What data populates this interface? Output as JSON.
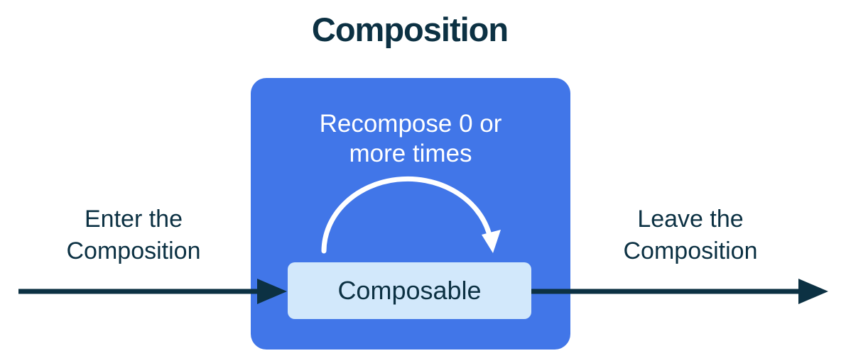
{
  "title": "Composition",
  "composition_box": {
    "recompose_label": "Recompose 0 or\nmore times",
    "composable_label": "Composable"
  },
  "left_label": "Enter the\nComposition",
  "right_label": "Leave the\nComposition",
  "icons": {
    "enter_arrow": "right-arrow",
    "leave_arrow": "right-arrow",
    "recompose_arc": "curved-loop-arrow"
  },
  "colors": {
    "navy": "#0c3143",
    "blue": "#4176e8",
    "light_blue": "#d2e8fb",
    "white": "#ffffff"
  }
}
